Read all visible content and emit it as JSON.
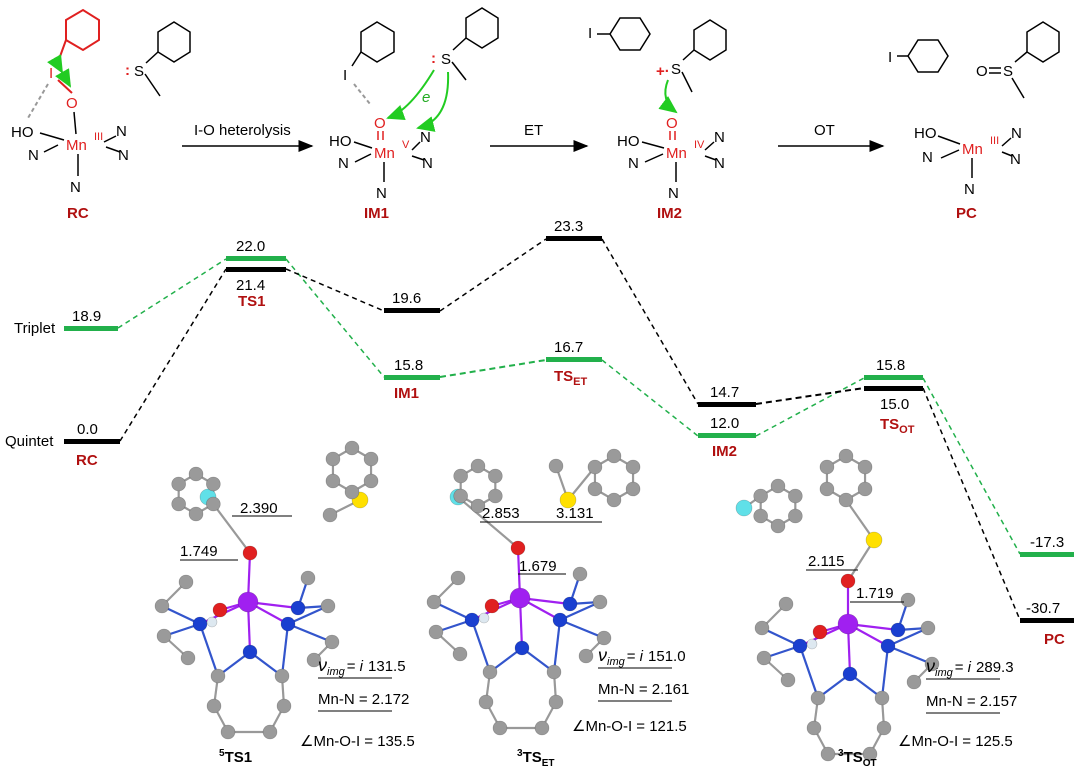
{
  "colors": {
    "triplet": "#22b04b",
    "quintet": "#000000",
    "label_red": "#b01010",
    "reactant_red": "#e02020",
    "arrow_green": "#22cc22",
    "mn_purple": "#a020f0",
    "atom_grey": "#9a9a9a",
    "atom_blue": "#1a3fd0",
    "atom_red": "#e02020",
    "atom_yellow": "#ffe000",
    "atom_cyan": "#60e0e8"
  },
  "scheme": {
    "steps": [
      "I-O heterolysis",
      "ET",
      "OT"
    ],
    "species_labels": [
      "RC",
      "IM1",
      "IM2",
      "PC"
    ],
    "atoms": {
      "I": "I",
      "O": "O",
      "S": "S",
      "N": "N",
      "HO": "HO",
      "Mn": "Mn",
      "ox3": "III",
      "ox5": "V",
      "ox4": "IV",
      "e": "e",
      "lone_pair": ":",
      "radical_cation": "+·"
    }
  },
  "energy": {
    "spin_labels": {
      "triplet": "Triplet",
      "quintet": "Quintet"
    },
    "levels": [
      {
        "id": "RC-T",
        "state": "triplet",
        "label": "18.9"
      },
      {
        "id": "RC-Q",
        "state": "quintet",
        "label": "0.0",
        "name": "RC"
      },
      {
        "id": "TS1-T",
        "state": "triplet",
        "label": "22.0"
      },
      {
        "id": "TS1-Q",
        "state": "quintet",
        "label": "21.4",
        "name": "TS1"
      },
      {
        "id": "IM1-Q",
        "state": "quintet",
        "label": "19.6"
      },
      {
        "id": "IM1-T",
        "state": "triplet",
        "label": "15.8",
        "name": "IM1"
      },
      {
        "id": "TSET-Q",
        "state": "quintet",
        "label": "23.3"
      },
      {
        "id": "TSET-T",
        "state": "triplet",
        "label": "16.7",
        "name": "TS",
        "name_sub": "ET"
      },
      {
        "id": "IM2-Q",
        "state": "quintet",
        "label": "14.7"
      },
      {
        "id": "IM2-T",
        "state": "triplet",
        "label": "12.0",
        "name": "IM2"
      },
      {
        "id": "TSOT-T",
        "state": "triplet",
        "label": "15.8"
      },
      {
        "id": "TSOT-Q",
        "state": "quintet",
        "label": "15.0",
        "name": "TS",
        "name_sub": "OT"
      },
      {
        "id": "PC-T",
        "state": "triplet",
        "label": "-17.3"
      },
      {
        "id": "PC-Q",
        "state": "quintet",
        "label": "-30.7",
        "name": "PC"
      }
    ]
  },
  "structures": [
    {
      "caption_sup": "5",
      "caption": "TS1",
      "caption_sub": "",
      "distances": [
        "2.390",
        "1.749"
      ],
      "vimg_label": "ν",
      "vimg_sub": "img",
      "vimg_eq": "= ",
      "vimg_i": "i",
      "vimg_value": "131.5",
      "mn_n": "Mn-N = 2.172",
      "angle": "∠Mn-O-I = 135.5"
    },
    {
      "caption_sup": "3",
      "caption": "TS",
      "caption_sub": "ET",
      "distances": [
        "2.853",
        "3.131",
        "1.679"
      ],
      "vimg_label": "ν",
      "vimg_sub": "img",
      "vimg_eq": "= ",
      "vimg_i": "i",
      "vimg_value": "151.0",
      "mn_n": "Mn-N = 2.161",
      "angle": "∠Mn-O-I = 121.5"
    },
    {
      "caption_sup": "3",
      "caption": "TS",
      "caption_sub": "OT",
      "distances": [
        "2.115",
        "1.719"
      ],
      "vimg_label": "ν",
      "vimg_sub": "img",
      "vimg_eq": "= ",
      "vimg_i": "i",
      "vimg_value": "289.3",
      "mn_n": "Mn-N = 2.157",
      "angle": "∠Mn-O-I = 125.5"
    }
  ]
}
